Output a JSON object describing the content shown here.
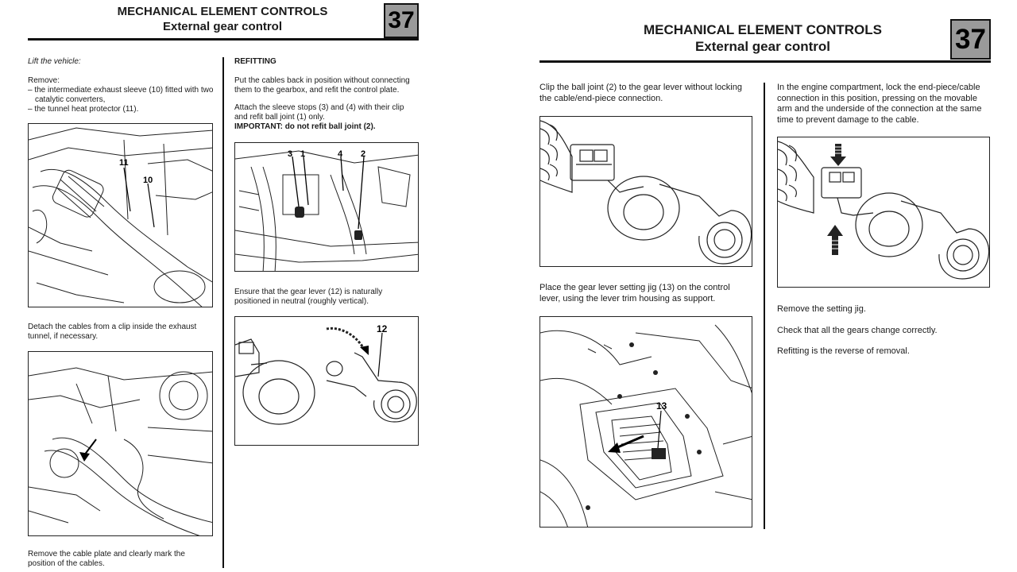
{
  "left_page": {
    "header": {
      "title": "MECHANICAL ELEMENT CONTROLS",
      "subtitle": "External gear control",
      "section_number": "37"
    },
    "col1": {
      "intro_heading": "Lift the vehicle:",
      "remove_label": "Remove:",
      "remove_item_1": "– the intermediate exhaust sleeve (10) fitted with two",
      "remove_item_1b": "catalytic converters,",
      "remove_item_2": "– the tunnel heat protector (11).",
      "fig1_label_11": "11",
      "fig1_label_10": "10",
      "detach_text": "Detach the cables from a clip inside the exhaust tunnel, if necessary.",
      "cable_plate_text": "Remove the cable plate and clearly mark the position of the cables."
    },
    "col2": {
      "refitting_heading": "REFITTING",
      "refit_para_1": "Put the cables back in position without connecting them to the gearbox, and refit the control plate.",
      "refit_para_2": "Attach the sleeve stops (3) and (4) with their clip and refit ball joint (1) only.",
      "important_text": "IMPORTANT: do not refit ball joint (2).",
      "fig3_label_3": "3",
      "fig3_label_1": "1",
      "fig3_label_4": "4",
      "fig3_label_2": "2",
      "ensure_text": "Ensure that the gear lever (12) is naturally positioned in neutral (roughly vertical).",
      "fig4_label_12": "12"
    }
  },
  "right_page": {
    "header": {
      "title": "MECHANICAL ELEMENT CONTROLS",
      "subtitle": "External gear control",
      "section_number": "37"
    },
    "col1": {
      "clip_text": "Clip the ball joint (2) to the gear lever without locking the cable/end-piece connection.",
      "jig_text": "Place the gear lever setting jig (13) on the control lever, using the lever trim housing as support.",
      "fig6_label_13": "13"
    },
    "col2": {
      "engine_text": "In the engine compartment, lock the end-piece/cable connection in this position, pressing on the movable arm and the underside of the connection at the same time to prevent damage to the cable.",
      "remove_jig": "Remove the setting jig.",
      "check_gears": "Check that all the gears change correctly.",
      "refitting_reverse": "Refitting is the reverse of removal."
    }
  }
}
